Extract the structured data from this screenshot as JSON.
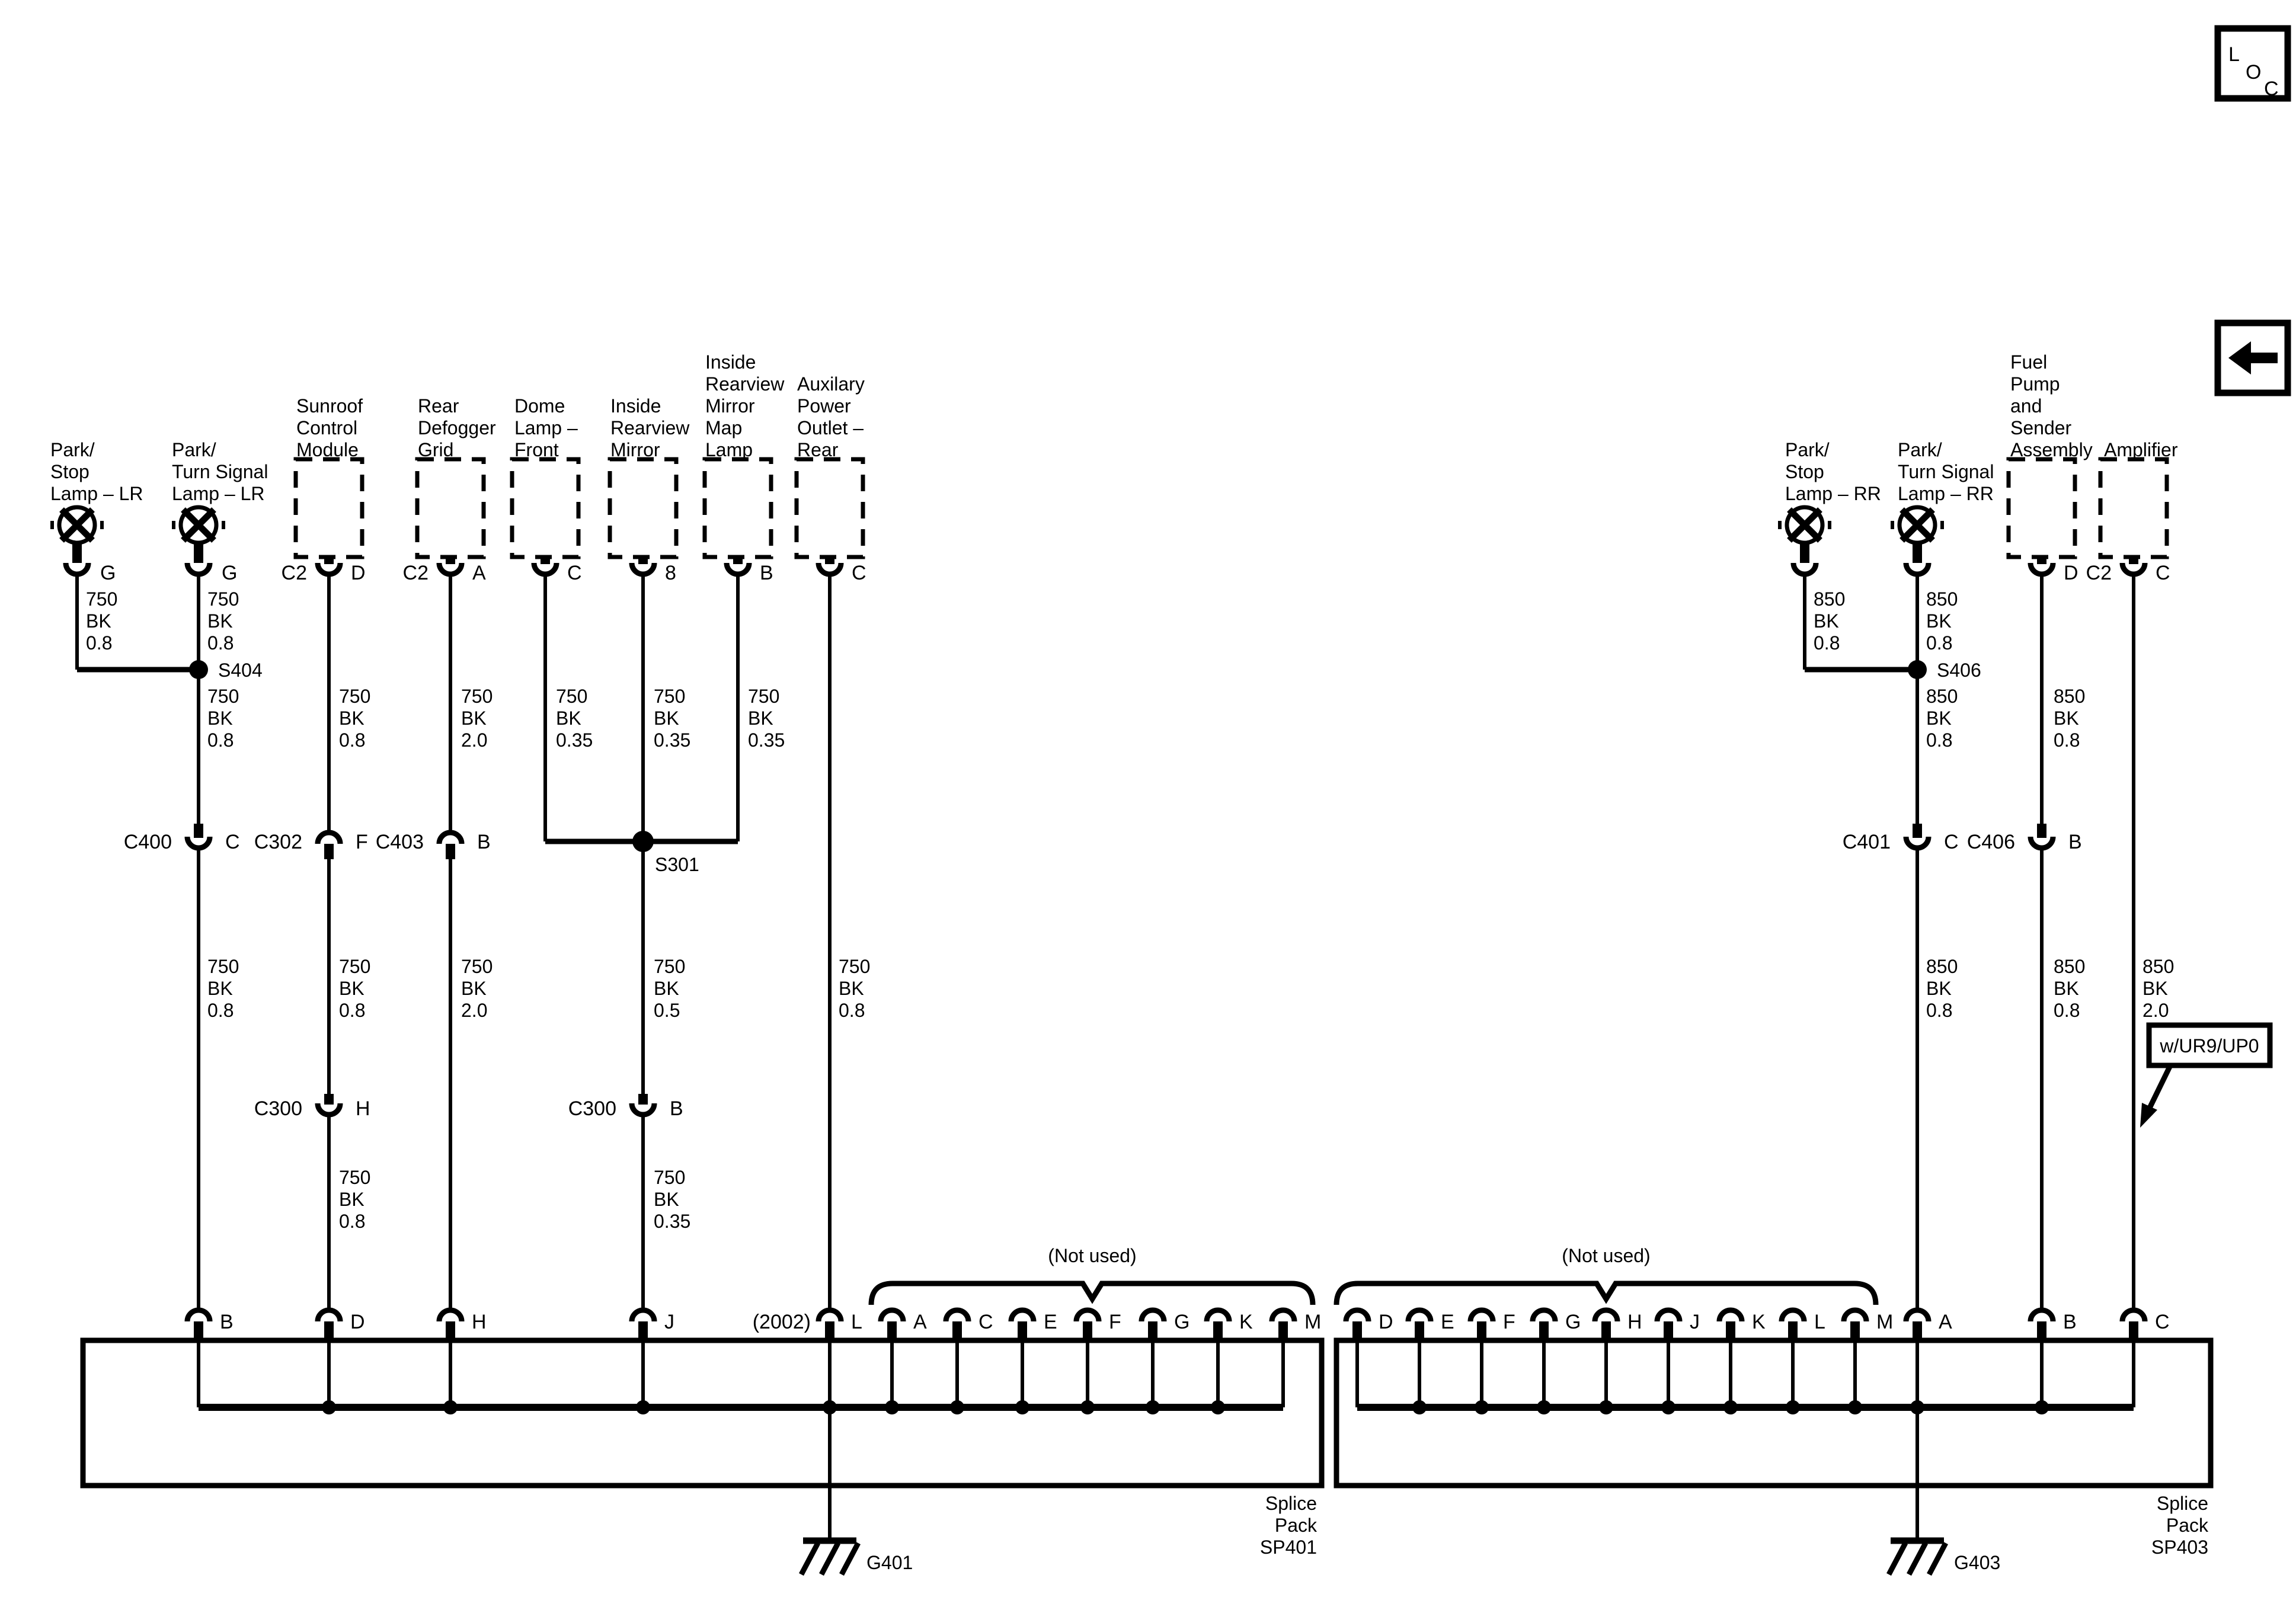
{
  "corner": {
    "loc": {
      "l": "L",
      "o": "O",
      "c": "C"
    }
  },
  "wires": {
    "w750_08": [
      "750",
      "BK",
      "0.8"
    ],
    "w750_20": [
      "750",
      "BK",
      "2.0"
    ],
    "w750_035": [
      "750",
      "BK",
      "0.35"
    ],
    "w750_05": [
      "750",
      "BK",
      "0.5"
    ],
    "w850_08": [
      "850",
      "BK",
      "0.8"
    ],
    "w850_20": [
      "850",
      "BK",
      "2.0"
    ]
  },
  "components": {
    "park_stop_lr": {
      "l1": "Park/",
      "l2": "Stop",
      "l3": "Lamp – LR",
      "pin": "G"
    },
    "park_turn_lr": {
      "l1": "Park/",
      "l2": "Turn Signal",
      "l3": "Lamp – LR",
      "pin": "G"
    },
    "sunroof": {
      "l1": "Sunroof",
      "l2": "Control",
      "l3": "Module",
      "conn": "C2",
      "pin": "D"
    },
    "defogger": {
      "l1": "Rear",
      "l2": "Defogger",
      "l3": "Grid",
      "conn": "C2",
      "pin": "A"
    },
    "dome": {
      "l1": "Dome",
      "l2": "Lamp –",
      "l3": "Front",
      "pin": "C"
    },
    "irm": {
      "l1": "Inside",
      "l2": "Rearview",
      "l3": "Mirror",
      "pin": "8"
    },
    "map_lamp": {
      "l1": "Inside",
      "l2": "Rearview",
      "l3": "Mirror",
      "l4": "Map",
      "l5": "Lamp",
      "pin": "B"
    },
    "aux": {
      "l1": "Auxilary",
      "l2": "Power",
      "l3": "Outlet –",
      "l4": "Rear",
      "pin": "C"
    },
    "park_stop_rr": {
      "l1": "Park/",
      "l2": "Stop",
      "l3": "Lamp – RR"
    },
    "park_turn_rr": {
      "l1": "Park/",
      "l2": "Turn Signal",
      "l3": "Lamp – RR"
    },
    "fuel": {
      "l1": "Fuel",
      "l2": "Pump",
      "l3": "and",
      "l4": "Sender",
      "l5": "Assembly",
      "pin": "D"
    },
    "amp": {
      "l1": "Amplifier",
      "conn": "C2",
      "pin": "C"
    }
  },
  "splices": {
    "s404": "S404",
    "s301": "S301",
    "s406": "S406"
  },
  "connectors": {
    "c400": {
      "name": "C400",
      "pin": "C"
    },
    "c302": {
      "name": "C302",
      "pin": "F"
    },
    "c403": {
      "name": "C403",
      "pin": "B"
    },
    "c401": {
      "name": "C401",
      "pin": "C"
    },
    "c406": {
      "name": "C406",
      "pin": "B"
    },
    "c300h": {
      "name": "C300",
      "pin": "H"
    },
    "c300b": {
      "name": "C300",
      "pin": "B"
    }
  },
  "grounds": {
    "g401": "G401",
    "g403": "G403"
  },
  "splice_packs": {
    "sp401": {
      "name_lines": [
        "Splice",
        "Pack",
        "SP401"
      ],
      "year_note": "(2002)",
      "not_used_label": "(Not used)",
      "pins_used": [
        "B",
        "D",
        "H",
        "J",
        "L"
      ],
      "pins_not_used": [
        "A",
        "C",
        "E",
        "F",
        "G",
        "K",
        "M"
      ]
    },
    "sp403": {
      "name_lines": [
        "Splice",
        "Pack",
        "SP403"
      ],
      "not_used_label": "(Not used)",
      "pins_not_used": [
        "D",
        "E",
        "F",
        "G",
        "H",
        "J",
        "K",
        "L",
        "M"
      ],
      "pins_used": [
        "A",
        "B",
        "C"
      ]
    }
  },
  "option_note": "w/UR9/UP0"
}
